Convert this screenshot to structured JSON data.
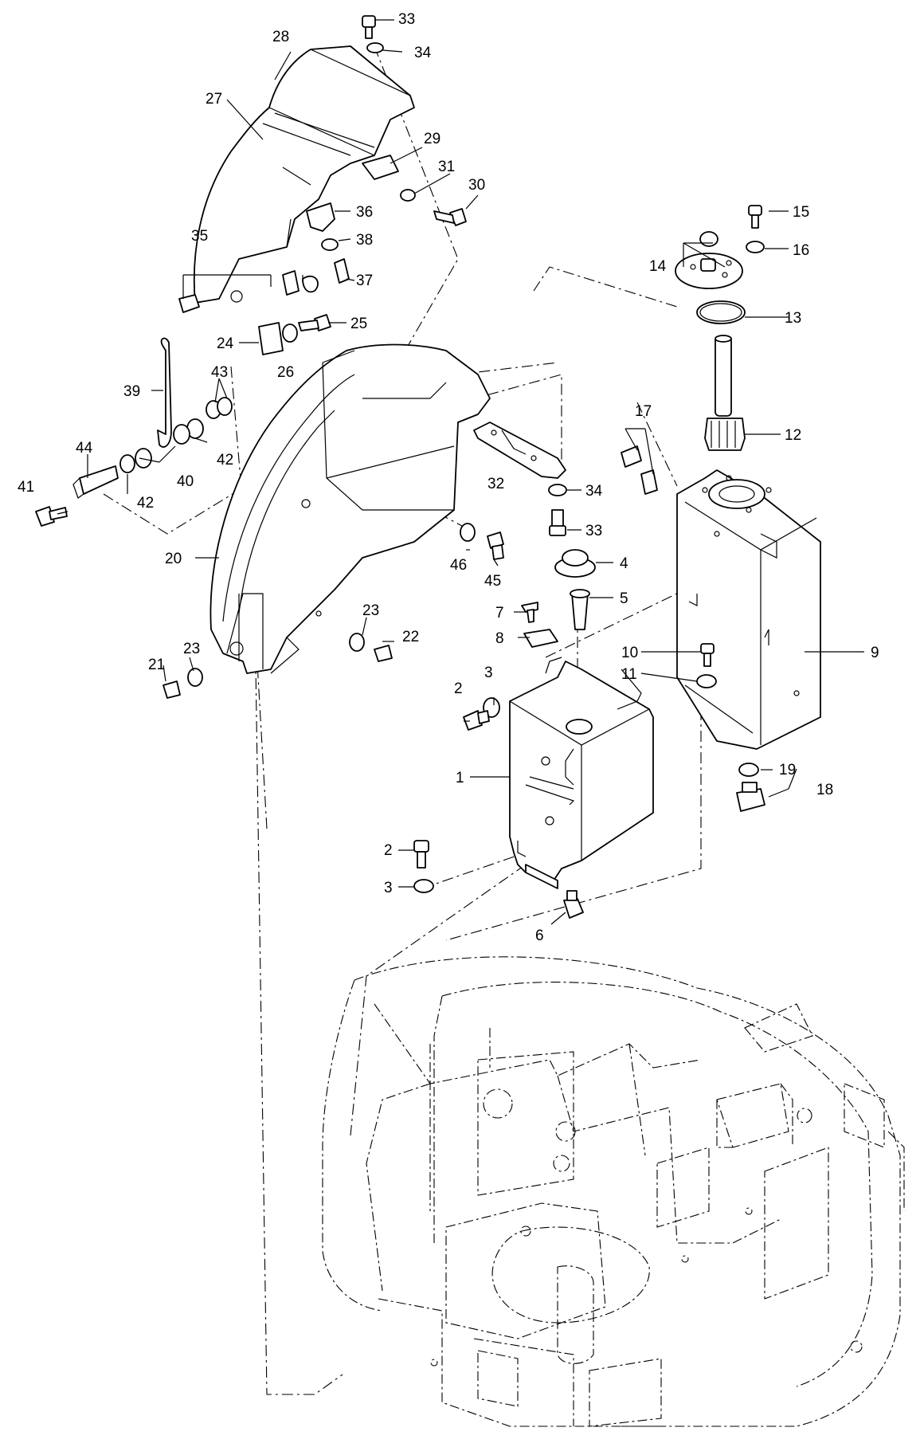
{
  "labels": [
    {
      "id": "1",
      "text": "1"
    },
    {
      "id": "2a",
      "text": "2"
    },
    {
      "id": "2b",
      "text": "2"
    },
    {
      "id": "3a",
      "text": "3"
    },
    {
      "id": "3b",
      "text": "3"
    },
    {
      "id": "4",
      "text": "4"
    },
    {
      "id": "5",
      "text": "5"
    },
    {
      "id": "6",
      "text": "6"
    },
    {
      "id": "7",
      "text": "7"
    },
    {
      "id": "8",
      "text": "8"
    },
    {
      "id": "9",
      "text": "9"
    },
    {
      "id": "10",
      "text": "10"
    },
    {
      "id": "11",
      "text": "11"
    },
    {
      "id": "12",
      "text": "12"
    },
    {
      "id": "13",
      "text": "13"
    },
    {
      "id": "14",
      "text": "14"
    },
    {
      "id": "15",
      "text": "15"
    },
    {
      "id": "16",
      "text": "16"
    },
    {
      "id": "17",
      "text": "17"
    },
    {
      "id": "18",
      "text": "18"
    },
    {
      "id": "19",
      "text": "19"
    },
    {
      "id": "20",
      "text": "20"
    },
    {
      "id": "21",
      "text": "21"
    },
    {
      "id": "22",
      "text": "22"
    },
    {
      "id": "23a",
      "text": "23"
    },
    {
      "id": "23b",
      "text": "23"
    },
    {
      "id": "24",
      "text": "24"
    },
    {
      "id": "25",
      "text": "25"
    },
    {
      "id": "26",
      "text": "26"
    },
    {
      "id": "27",
      "text": "27"
    },
    {
      "id": "28",
      "text": "28"
    },
    {
      "id": "29",
      "text": "29"
    },
    {
      "id": "30",
      "text": "30"
    },
    {
      "id": "31",
      "text": "31"
    },
    {
      "id": "32",
      "text": "32"
    },
    {
      "id": "33a",
      "text": "33"
    },
    {
      "id": "33b",
      "text": "33"
    },
    {
      "id": "34a",
      "text": "34"
    },
    {
      "id": "34b",
      "text": "34"
    },
    {
      "id": "35",
      "text": "35"
    },
    {
      "id": "36",
      "text": "36"
    },
    {
      "id": "37",
      "text": "37"
    },
    {
      "id": "38",
      "text": "38"
    },
    {
      "id": "39",
      "text": "39"
    },
    {
      "id": "40",
      "text": "40"
    },
    {
      "id": "41",
      "text": "41"
    },
    {
      "id": "42a",
      "text": "42"
    },
    {
      "id": "42b",
      "text": "42"
    },
    {
      "id": "43",
      "text": "43"
    },
    {
      "id": "44",
      "text": "44"
    },
    {
      "id": "45",
      "text": "45"
    },
    {
      "id": "46",
      "text": "46"
    }
  ]
}
